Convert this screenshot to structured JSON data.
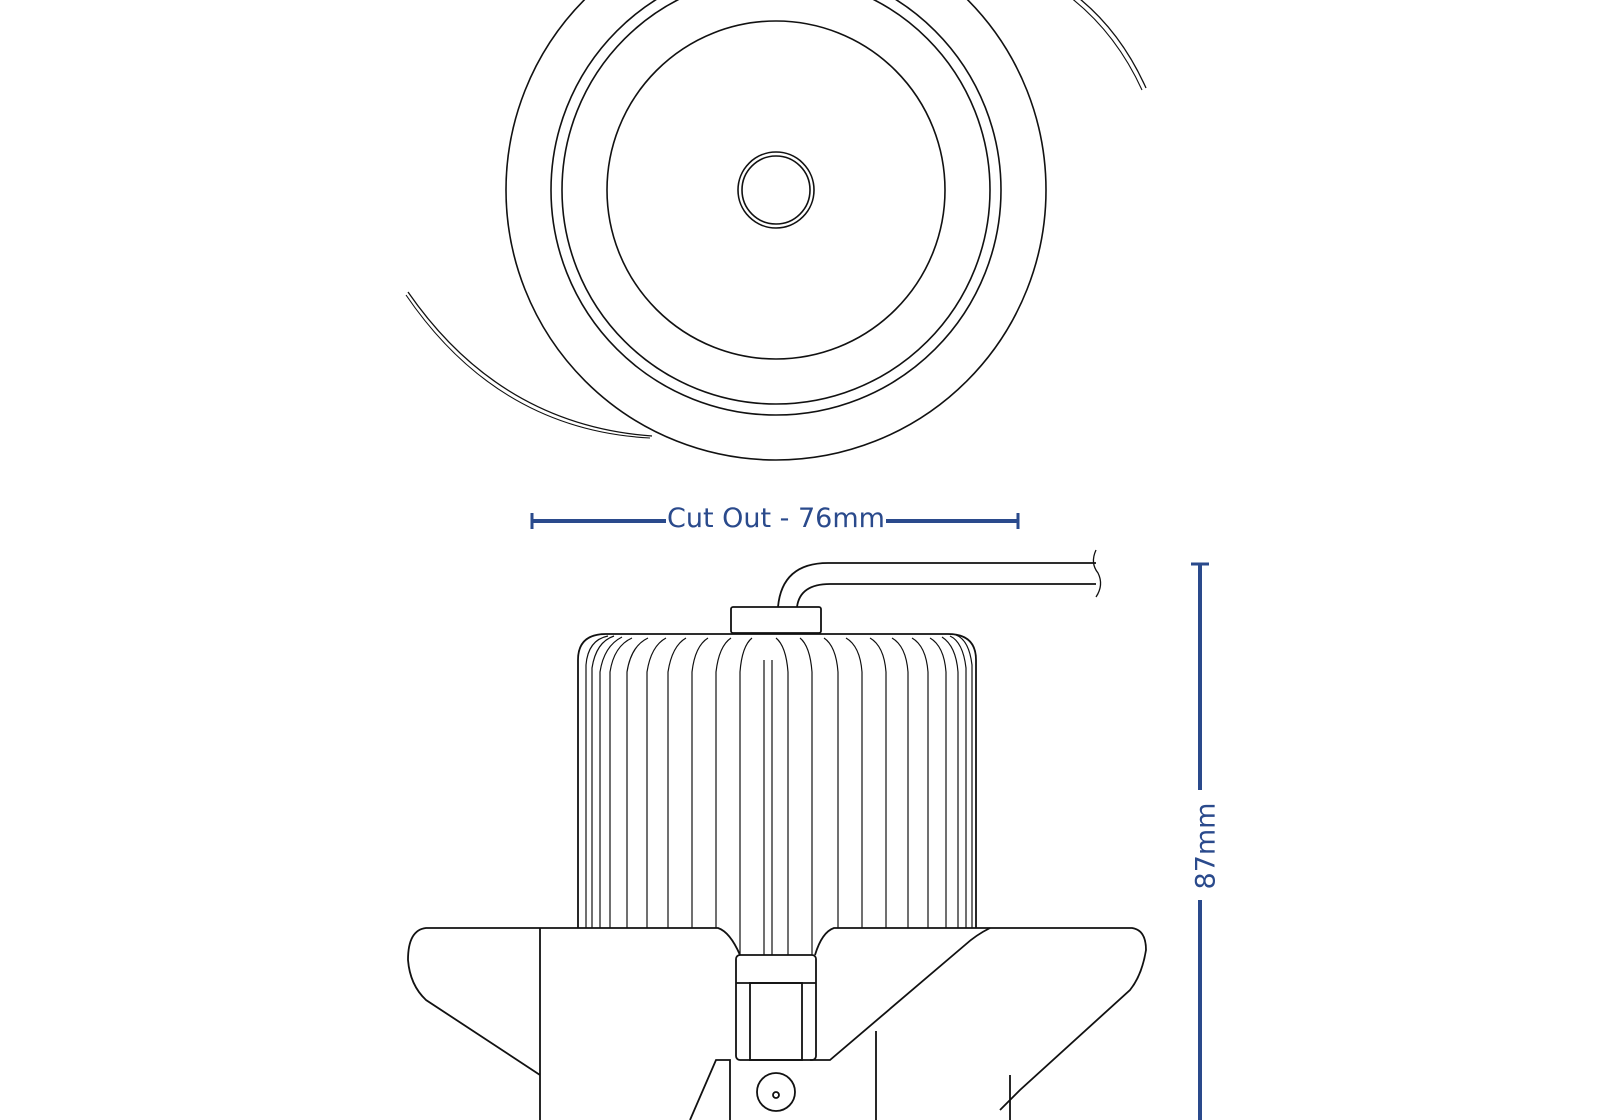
{
  "drawing": {
    "title": "Recessed downlight technical drawing",
    "views": [
      "top-view",
      "side-view"
    ],
    "line_color": "#111111",
    "dimension_color": "#2a4a8c"
  },
  "dimensions": {
    "cut_out": {
      "label": "Cut Out - 76mm",
      "value_mm": 76
    },
    "height": {
      "label": "87mm",
      "value_mm": 87
    }
  }
}
